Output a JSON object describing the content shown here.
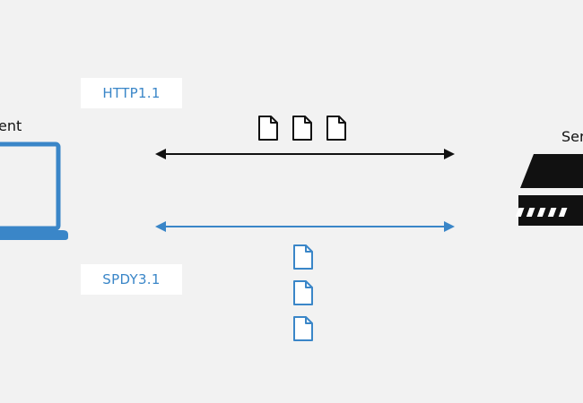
{
  "client": {
    "label": "ent"
  },
  "server": {
    "label": "Ser"
  },
  "protocols": {
    "http": {
      "label": "HTTP1.1",
      "color": "#3a86c8",
      "documents": 3,
      "layout": "row"
    },
    "spdy": {
      "label": "SPDY3.1",
      "color": "#3a86c8",
      "documents": 3,
      "layout": "column"
    }
  },
  "colors": {
    "background": "#f2f2f2",
    "http_arrow": "#111111",
    "spdy_arrow": "#3a86c8",
    "laptop": "#3a86c8",
    "server": "#111111"
  },
  "icons": [
    "laptop-icon",
    "server-icon",
    "document-icon"
  ]
}
